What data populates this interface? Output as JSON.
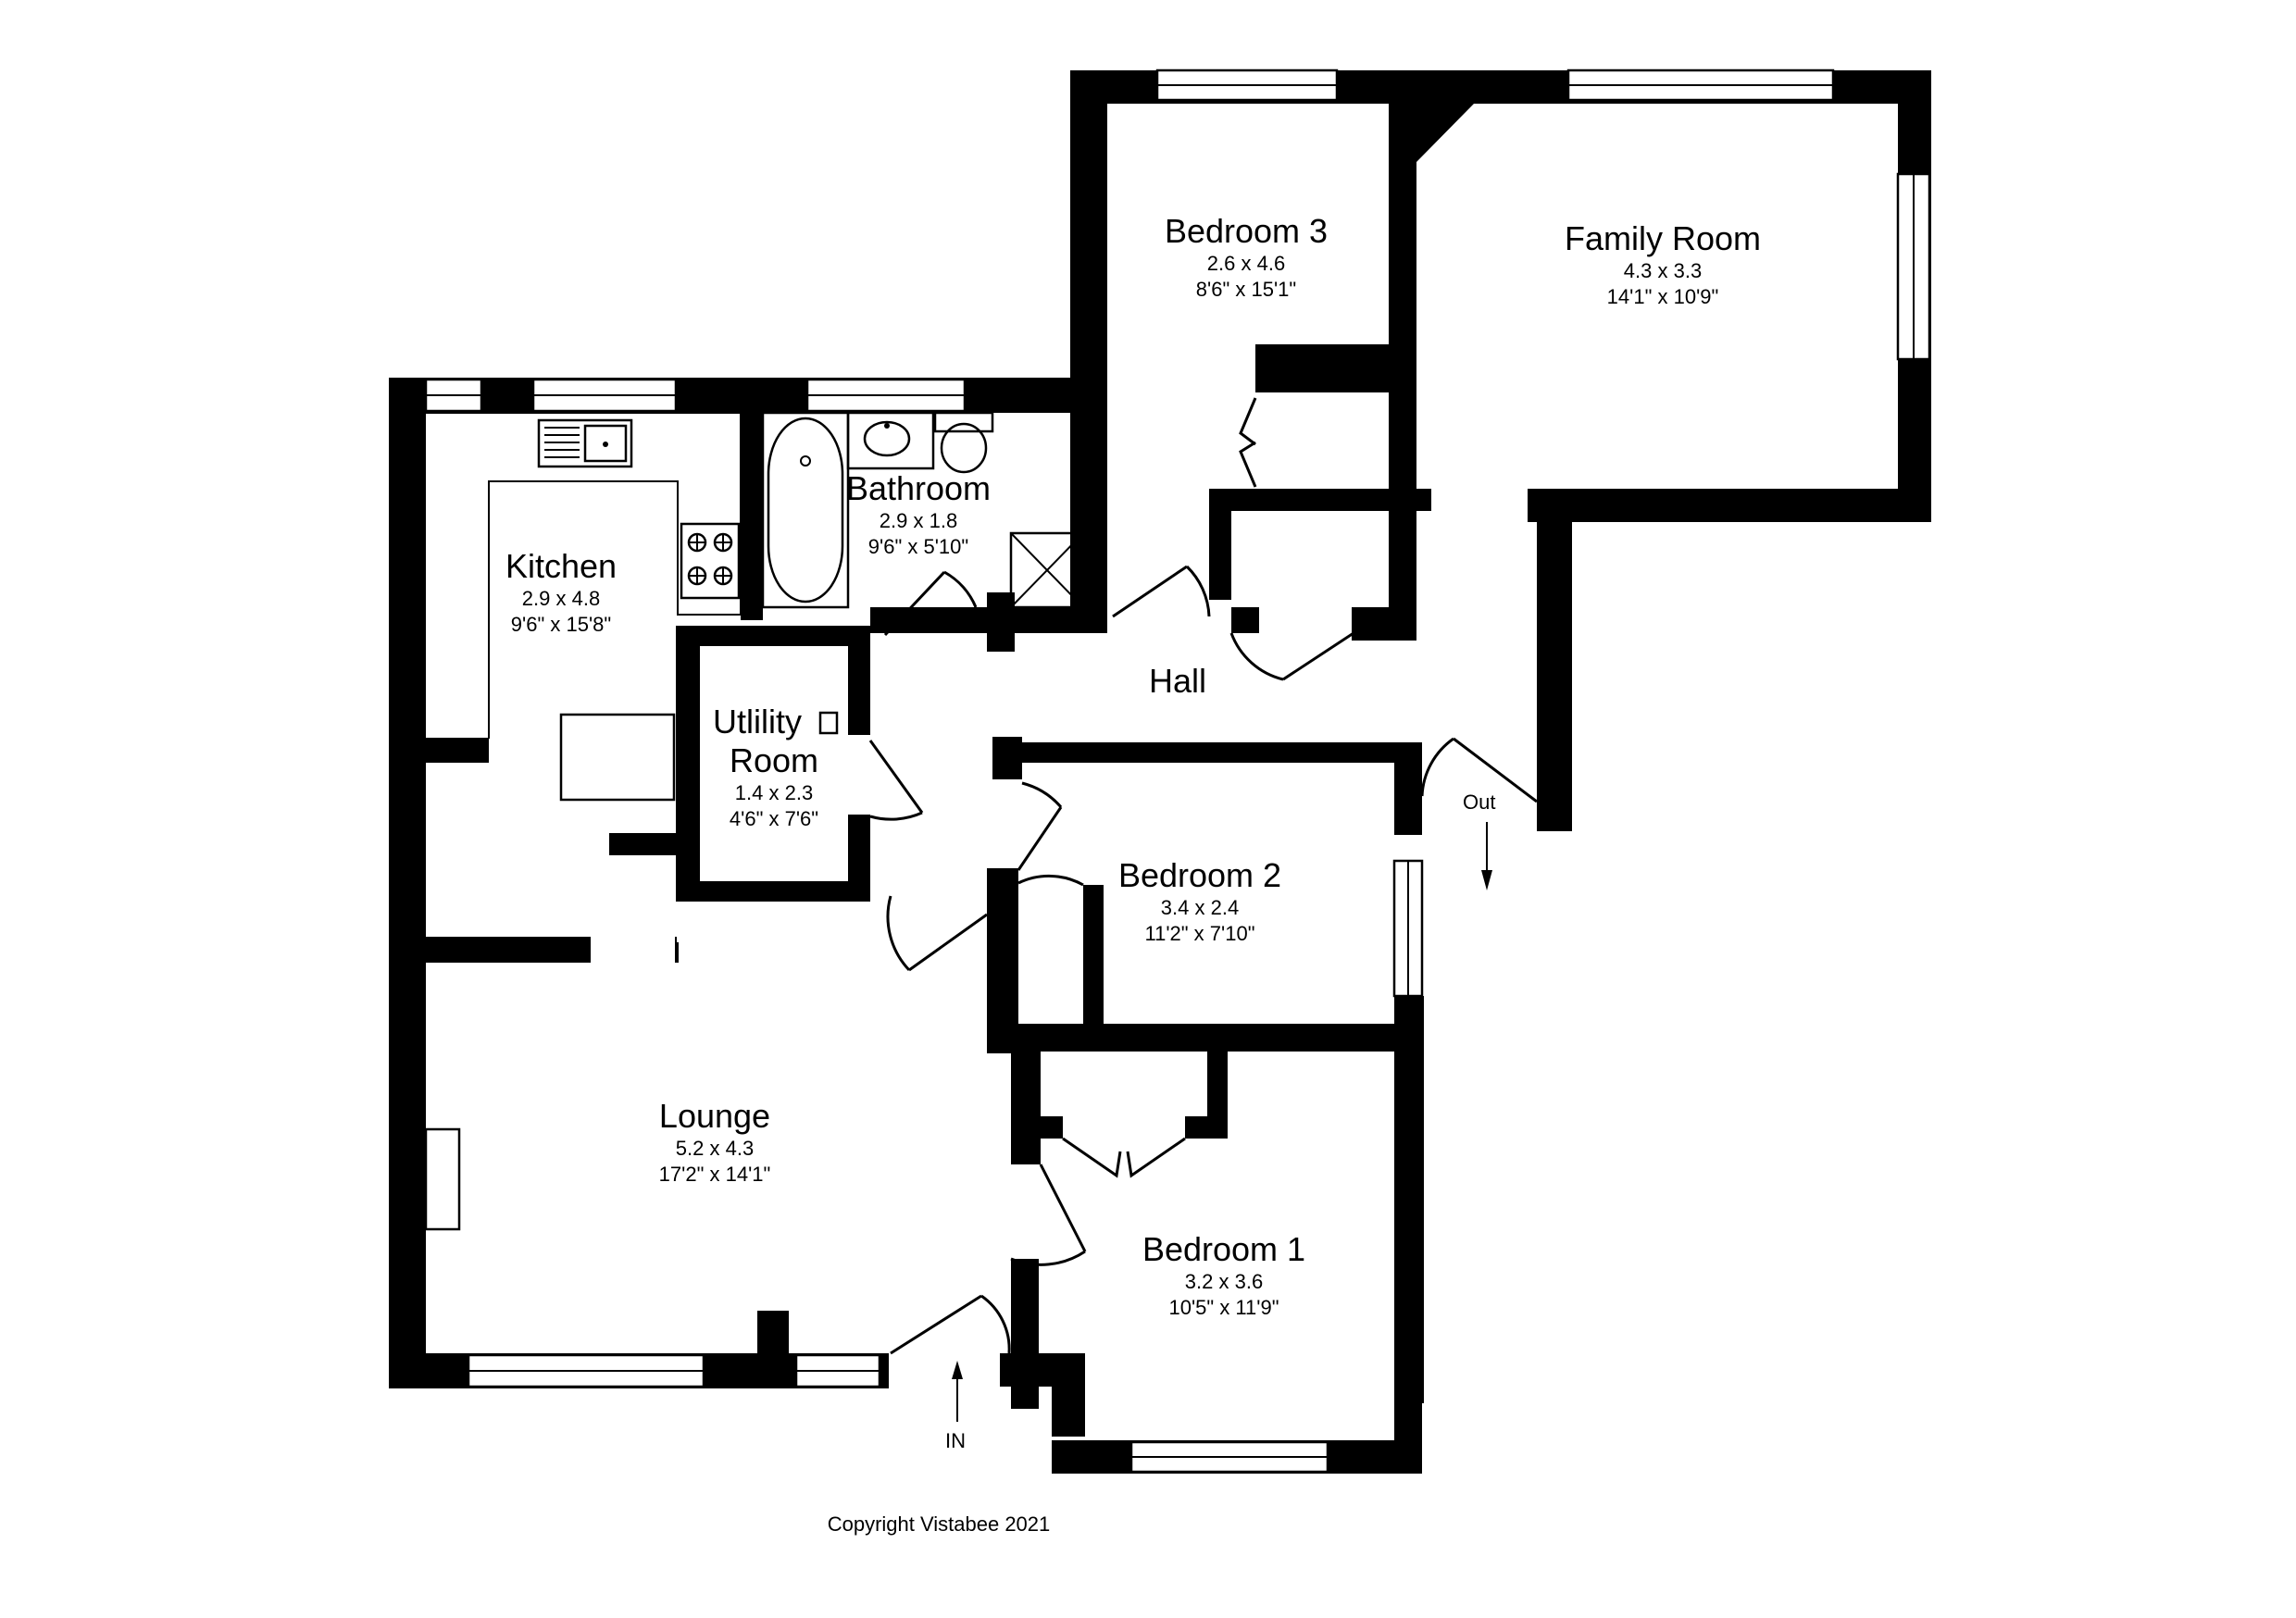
{
  "rooms": {
    "bedroom3": {
      "name": "Bedroom 3",
      "metric": "2.6 x 4.6",
      "imperial": "8'6\" x 15'1\""
    },
    "family_room": {
      "name": "Family Room",
      "metric": "4.3 x 3.3",
      "imperial": "14'1\" x 10'9\""
    },
    "bathroom": {
      "name": "Bathroom",
      "metric": "2.9 x 1.8",
      "imperial": "9'6\" x 5'10\""
    },
    "kitchen": {
      "name": "Kitchen",
      "metric": "2.9 x 4.8",
      "imperial": "9'6\" x 15'8\""
    },
    "utility": {
      "name_line1": "Utlility",
      "name_line2": "Room",
      "metric": "1.4 x 2.3",
      "imperial": "4'6\" x 7'6\""
    },
    "hall": {
      "name": "Hall"
    },
    "bedroom2": {
      "name": "Bedroom 2",
      "metric": "3.4 x 2.4",
      "imperial": "11'2\" x 7'10\""
    },
    "lounge": {
      "name": "Lounge",
      "metric": "5.2 x 4.3",
      "imperial": "17'2\" x 14'1\""
    },
    "bedroom1": {
      "name": "Bedroom 1",
      "metric": "3.2 x 3.6",
      "imperial": "10'5\" x 11'9\""
    }
  },
  "markers": {
    "entrance": "IN",
    "exit": "Out"
  },
  "copyright": "Copyright Vistabee 2021",
  "colors": {
    "walls": "#000000",
    "background": "#ffffff"
  }
}
